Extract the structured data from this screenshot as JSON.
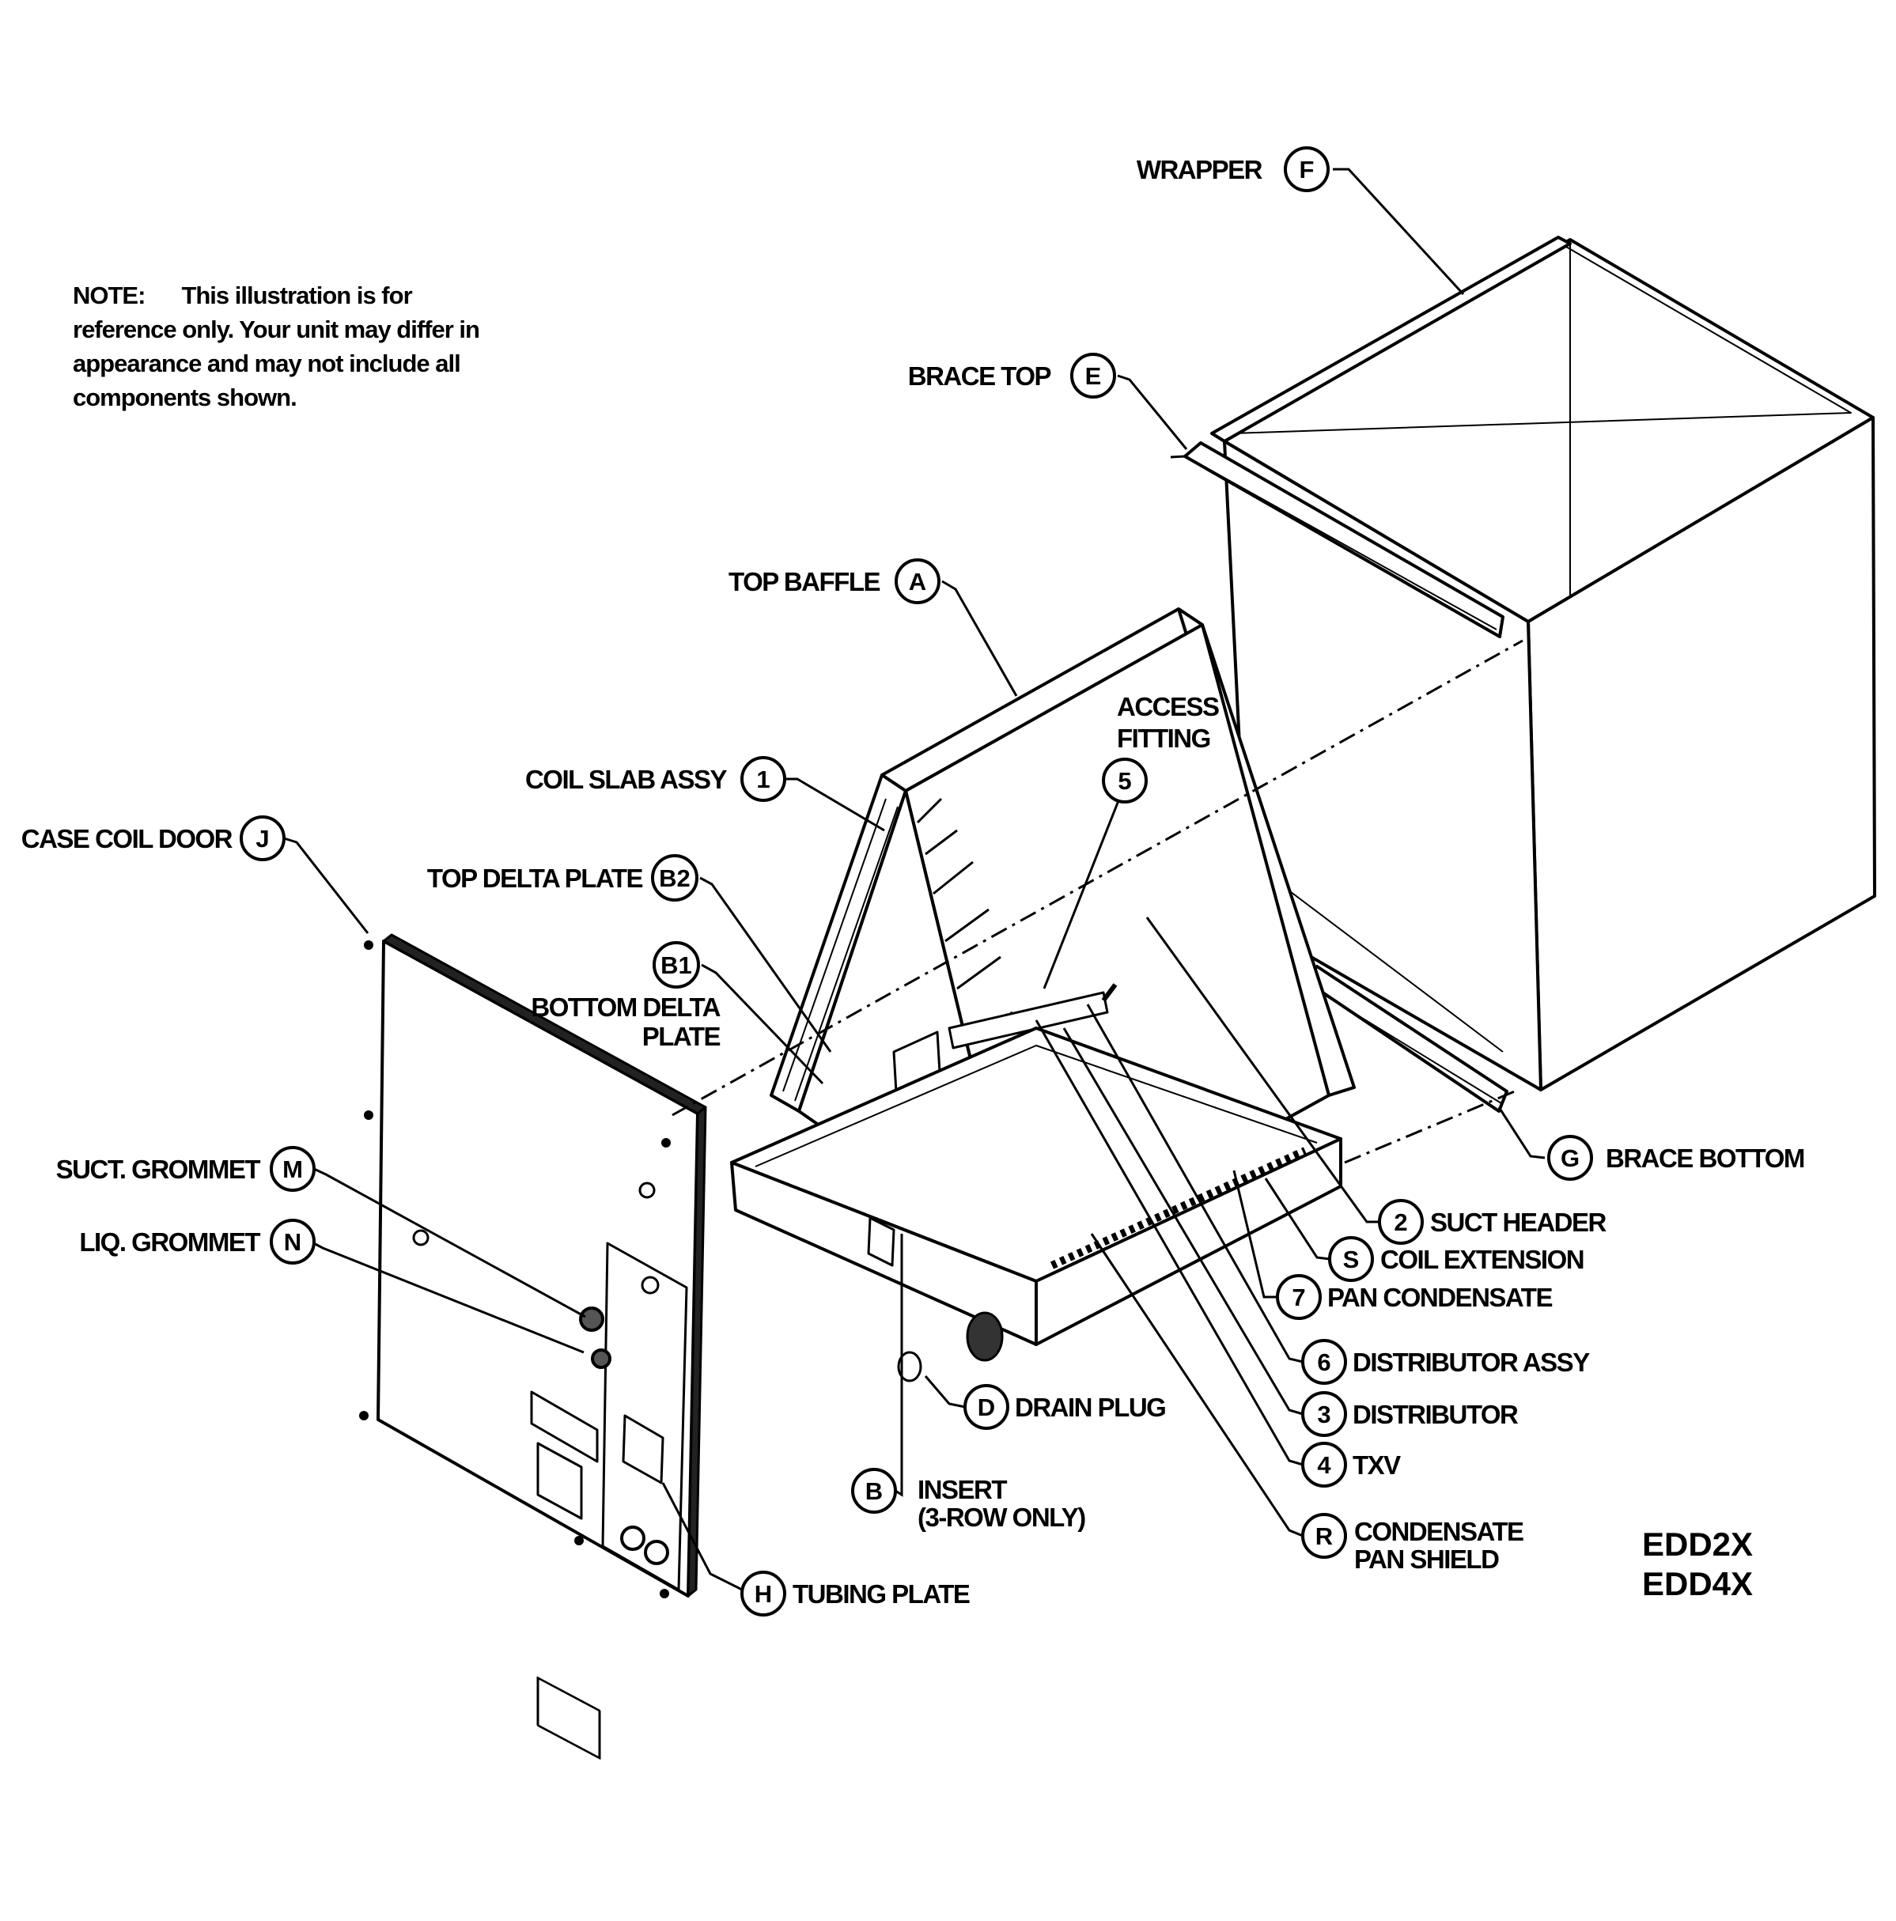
{
  "note": {
    "label": "NOTE:",
    "text": "This illustration is for reference only. Your unit may differ in appearance and may not include all components shown."
  },
  "models": [
    "EDD2X",
    "EDD4X"
  ],
  "callouts": {
    "wrapper": {
      "id": "F",
      "label": "WRAPPER"
    },
    "brace_top": {
      "id": "E",
      "label": "BRACE TOP"
    },
    "top_baffle": {
      "id": "A",
      "label": "TOP BAFFLE"
    },
    "access_fitting": {
      "id": "5",
      "label_line1": "ACCESS",
      "label_line2": "FITTING"
    },
    "coil_slab_assy": {
      "id": "1",
      "label": "COIL SLAB ASSY"
    },
    "case_coil_door": {
      "id": "J",
      "label": "CASE COIL DOOR"
    },
    "top_delta_plate": {
      "id": "B2",
      "label": "TOP DELTA PLATE"
    },
    "bottom_delta_plate": {
      "id": "B1",
      "label_line1": "BOTTOM DELTA",
      "label_line2": "PLATE"
    },
    "brace_bottom": {
      "id": "G",
      "label": "BRACE BOTTOM"
    },
    "suct_grommet": {
      "id": "M",
      "label": "SUCT. GROMMET"
    },
    "liq_grommet": {
      "id": "N",
      "label": "LIQ. GROMMET"
    },
    "suct_header": {
      "id": "2",
      "label": "SUCT HEADER"
    },
    "coil_extension": {
      "id": "S",
      "label": "COIL EXTENSION"
    },
    "pan_condensate": {
      "id": "7",
      "label": "PAN CONDENSATE"
    },
    "distributor_assy": {
      "id": "6",
      "label": "DISTRIBUTOR ASSY"
    },
    "drain_plug": {
      "id": "D",
      "label": "DRAIN PLUG"
    },
    "distributor": {
      "id": "3",
      "label": "DISTRIBUTOR"
    },
    "txv": {
      "id": "4",
      "label": "TXV"
    },
    "insert": {
      "id": "B",
      "label_line1": "INSERT",
      "label_line2": "(3-ROW ONLY)"
    },
    "condensate_pan_shield": {
      "id": "R",
      "label_line1": "CONDENSATE",
      "label_line2": "PAN SHIELD"
    },
    "tubing_plate": {
      "id": "H",
      "label": "TUBING PLATE"
    }
  }
}
